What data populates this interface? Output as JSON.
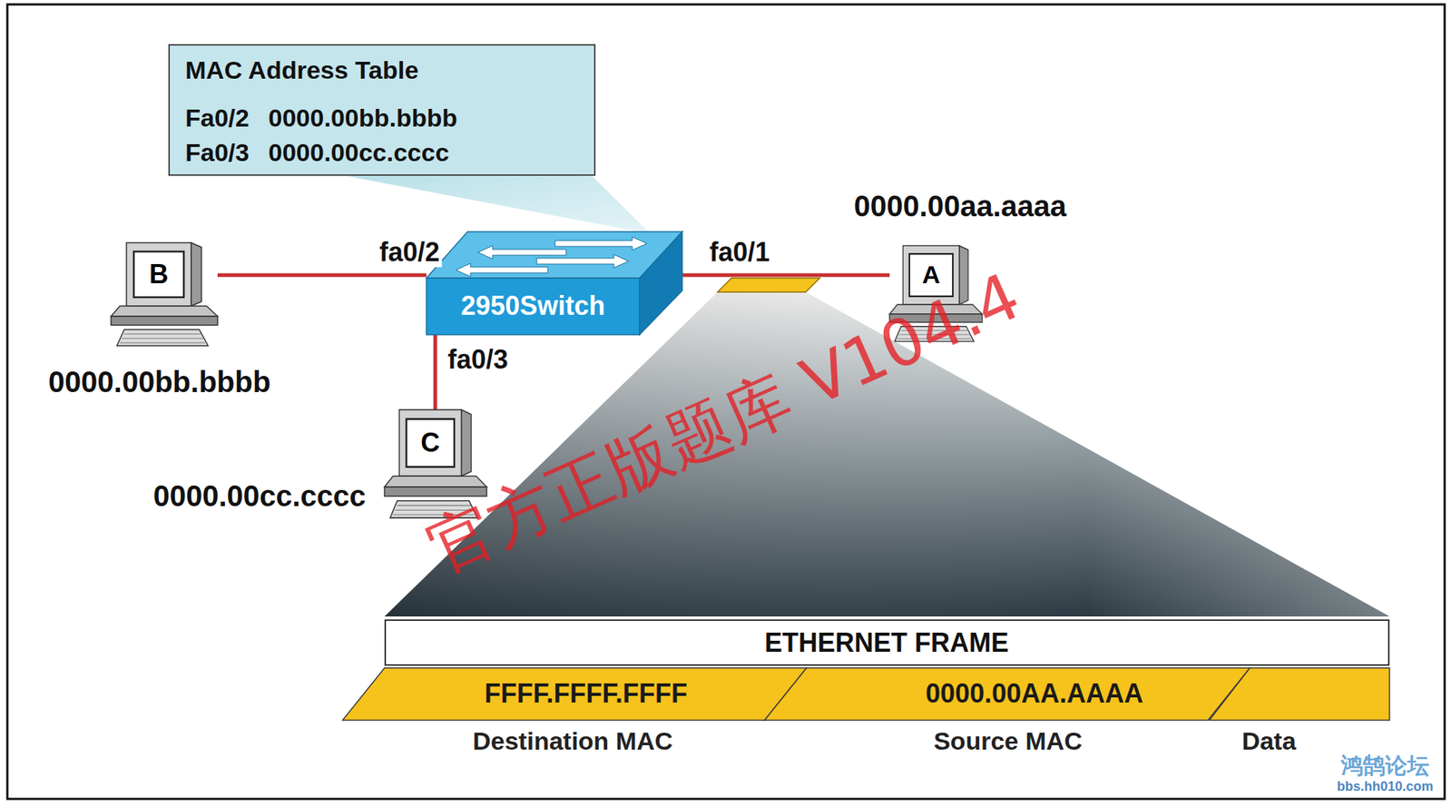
{
  "diagram": {
    "nodes": [
      {
        "text": [
          "MAC Address Table",
          "Fa0/2",
          "0000.00bb.bbbb",
          "Fa0/3",
          "0000.00cc.cccc"
        ]
      },
      {
        "text": [
          "2950Switch"
        ]
      },
      {
        "text": [
          "B",
          "0000.00bb.bbbb"
        ]
      },
      {
        "text": [
          "A",
          "0000.00aa.aaaa"
        ]
      },
      {
        "text": [
          "C",
          "0000.00cc.cccc"
        ]
      },
      {
        "text": [
          "ETHERNET FRAME"
        ]
      },
      {
        "text": [
          "FFFF.FFFF.FFFF",
          "Destination MAC"
        ]
      },
      {
        "text": [
          "0000.00AA.AAAA",
          "Source MAC"
        ]
      },
      {
        "text": [
          "Data"
        ]
      }
    ],
    "edges": [
      {
        "from": 2,
        "to": 1,
        "label": "fa0/2",
        "arrow": "none"
      },
      {
        "from": 1,
        "to": 3,
        "label": "fa0/1",
        "arrow": "none"
      },
      {
        "from": 1,
        "to": 4,
        "label": "fa0/3",
        "arrow": "none"
      }
    ],
    "labels": [
      "官方正版题库 V104.4",
      "鸿鹄论坛",
      "bbs.hh010.com"
    ]
  }
}
